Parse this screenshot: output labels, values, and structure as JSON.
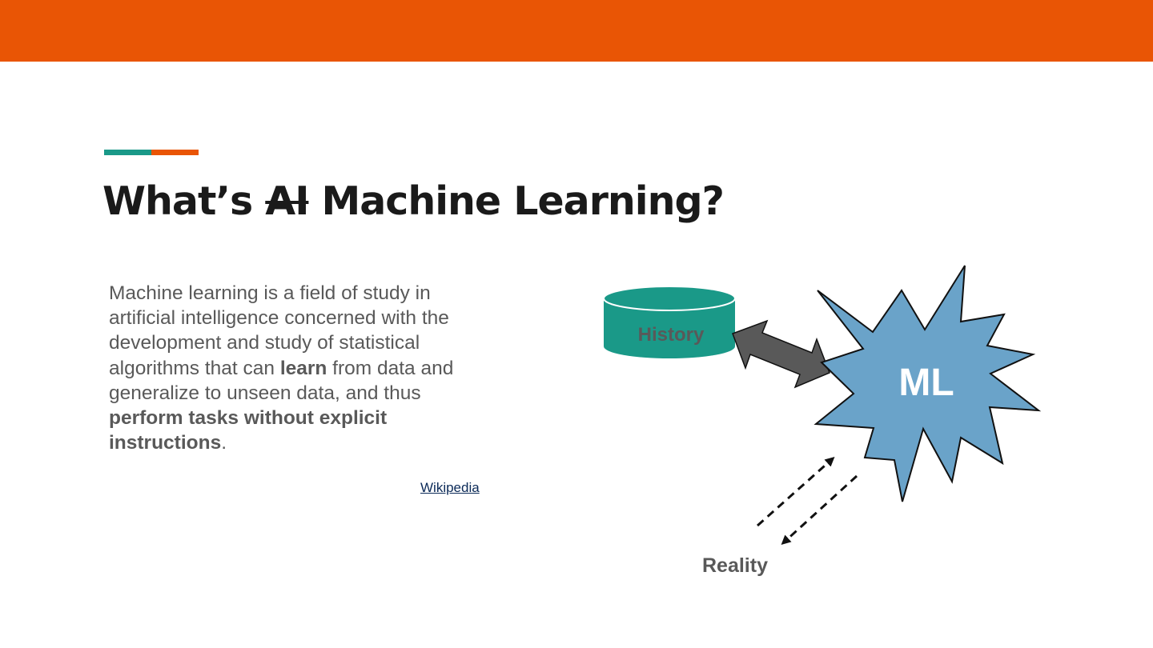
{
  "slide": {
    "title_prefix": "What’s ",
    "title_struck": "AI",
    "title_suffix": " Machine Learning?",
    "body": {
      "part1": "Machine learning is a field of study in artificial intelligence concerned with the development and study of statistical algorithms that can ",
      "bold1": "learn",
      "part2": " from data and generalize to unseen data, and thus ",
      "bold2": "perform tasks without explicit instructions",
      "part3": "."
    },
    "source_link": "Wikipedia"
  },
  "diagram": {
    "history_label": "History",
    "ml_label": "ML",
    "reality_label": "Reality"
  },
  "colors": {
    "header_bar": "#e95505",
    "accent_teal": "#1a9988",
    "accent_orange": "#e95505",
    "ml_starburst": "#6aa3c9",
    "history_cylinder": "#1a9988",
    "arrow_fill": "#595959"
  },
  "icons": [
    "history-database-icon",
    "ml-starburst-icon",
    "double-arrow-icon",
    "reality-dashed-arrows-icon"
  ]
}
